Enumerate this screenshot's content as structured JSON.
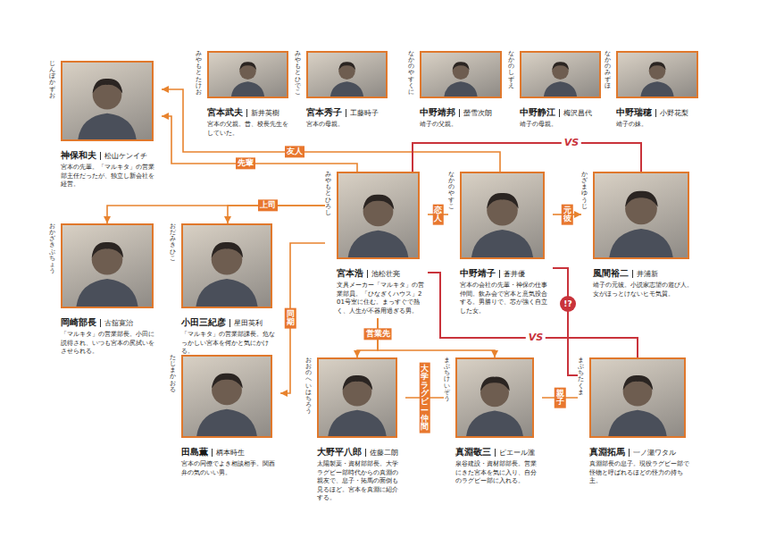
{
  "diagram": {
    "nodes": [
      {
        "text": [
          "じんぼかずお",
          "神保和夫",
          "松山ケンイチ",
          "宮本の先輩。「マルキタ」の営業部主任だったが、独立し新会社を経営。"
        ]
      },
      {
        "text": [
          "みやもとたけお",
          "宮本武夫",
          "新井英樹",
          "宮本の父親。昔、校長先生をしていた。"
        ]
      },
      {
        "text": [
          "みやもとひでこ",
          "宮本秀子",
          "工藤時子",
          "宮本の母親。"
        ]
      },
      {
        "text": [
          "なかのやすくに",
          "中野靖邦",
          "螢雪次朗",
          "靖子の父親。"
        ]
      },
      {
        "text": [
          "なかのしずえ",
          "中野静江",
          "梅沢昌代",
          "靖子の母親。"
        ]
      },
      {
        "text": [
          "なかのみずほ",
          "中野瑞穂",
          "小野花梨",
          "靖子の妹。"
        ]
      },
      {
        "text": [
          "みやもとひろし",
          "宮本浩",
          "池松壮亮",
          "文具メーカー「マルキタ」の営業部員。「ひなぎくハウス」201号室に住む。まっすぐで熱く、人生が不器用過ぎる男。"
        ]
      },
      {
        "text": [
          "なかのやすこ",
          "中野靖子",
          "蒼井優",
          "宮本の会社の先輩・神保の仕事仲間。飲み会で宮本と意気投合する。男勝りで、芯が強く自立した女。"
        ]
      },
      {
        "text": [
          "かざまゆうじ",
          "風間裕二",
          "井浦新",
          "靖子の元彼。小説家志望の遊び人。女がほっとけないヒモ気質。"
        ]
      },
      {
        "text": [
          "おかざきぶちょう",
          "岡崎部長",
          "古舘寛治",
          "「マルキタ」の営業部長。小田に説得され、いつも宮本の尻拭いをさせられる。"
        ]
      },
      {
        "text": [
          "おだみきひこ",
          "小田三紀彦",
          "星田英利",
          "「マルキタ」の営業部課長。危なっかしい宮本を何かと気にかける。"
        ]
      },
      {
        "text": [
          "たじまかおる",
          "田島薫",
          "柄本時生",
          "宮本の同僚でよき相談相手。関西弁の気のいい男。"
        ]
      },
      {
        "text": [
          "おおのへいはちろう",
          "大野平八郎",
          "佐藤二朗",
          "太陽製薬・資材部部長。大学ラグビー部時代からの真淵の親友で、息子・拓馬の面倒も見るほど。宮本を真淵に紹介する。"
        ]
      },
      {
        "text": [
          "まぶちけいぞう",
          "真淵敬三",
          "ピエール瀧",
          "泉谷建設・資材部部長。営業にきた宮本を気に入り、自分のラグビー部に入れる。"
        ]
      },
      {
        "text": [
          "まぶちたくま",
          "真淵拓馬",
          "一ノ瀬ワタル",
          "真淵部長の息子。現役ラグビー部で怪物と呼ばれるほどの怪力の持ち主。"
        ]
      }
    ],
    "edges": [
      {
        "from": 6,
        "to": 0,
        "label": "先輩",
        "arrow": "to"
      },
      {
        "from": 7,
        "to": 0,
        "label": "友人",
        "arrow": "to"
      },
      {
        "from": 6,
        "to": 7,
        "label": "恋人",
        "arrow": "none"
      },
      {
        "from": 7,
        "to": 8,
        "label": "元彼",
        "arrow": "to"
      },
      {
        "from": 6,
        "to": 9,
        "label": "上司",
        "arrow": "to"
      },
      {
        "from": 6,
        "to": 10,
        "arrow": "to"
      },
      {
        "from": 6,
        "to": 11,
        "label": "同期",
        "arrow": "to"
      },
      {
        "from": 6,
        "to": 12,
        "label": "営業先",
        "arrow": "to"
      },
      {
        "from": 6,
        "to": 13,
        "arrow": "to"
      },
      {
        "from": 12,
        "to": 13,
        "label": "大学ラグビー仲間",
        "arrow": "none"
      },
      {
        "from": 13,
        "to": 14,
        "label": "親子",
        "arrow": "none"
      },
      {
        "from": 6,
        "to": 8,
        "label": "VS",
        "arrow": "none"
      },
      {
        "from": 6,
        "to": 14,
        "label": "VS",
        "arrow": "none"
      },
      {
        "from": 7,
        "to": 14,
        "label": "!?",
        "arrow": "none"
      }
    ]
  }
}
